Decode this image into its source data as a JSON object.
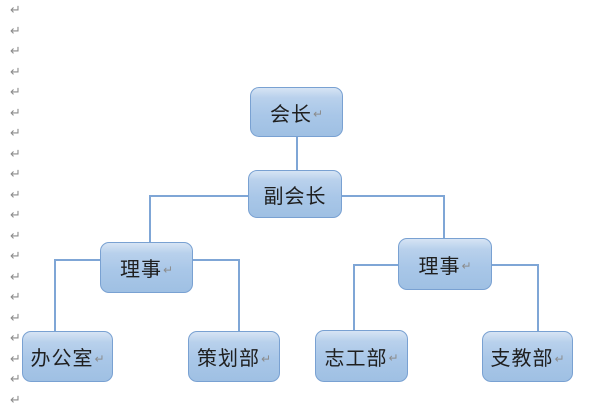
{
  "org_chart": {
    "pilcrow_glyph": "↵",
    "nodes": {
      "president": {
        "label": "会长",
        "has_pilcrow": true
      },
      "vice_president": {
        "label": "副会长",
        "has_pilcrow": false
      },
      "director_left": {
        "label": "理事",
        "has_pilcrow": true
      },
      "director_right": {
        "label": "理事",
        "has_pilcrow": true
      },
      "office": {
        "label": "办公室",
        "has_pilcrow": true
      },
      "planning": {
        "label": "策划部",
        "has_pilcrow": true
      },
      "volunteer": {
        "label": "志工部",
        "has_pilcrow": true
      },
      "teaching": {
        "label": "支教部",
        "has_pilcrow": true
      }
    },
    "edges": [
      {
        "from": "president",
        "to": "vice_president"
      },
      {
        "from": "vice_president",
        "to": "director_left"
      },
      {
        "from": "vice_president",
        "to": "director_right"
      },
      {
        "from": "director_left",
        "to": "office"
      },
      {
        "from": "director_left",
        "to": "planning"
      },
      {
        "from": "director_right",
        "to": "volunteer"
      },
      {
        "from": "director_right",
        "to": "teaching"
      }
    ]
  },
  "margin_marks": {
    "glyph": "↵",
    "count": 20
  },
  "colors": {
    "node_fill_top": "#d6e4f4",
    "node_fill_main": "#a9c7e8",
    "node_border": "#79a1d2",
    "connector": "#7fa6d6",
    "text": "#1f1f1f",
    "pilcrow": "#8c8c8c"
  }
}
